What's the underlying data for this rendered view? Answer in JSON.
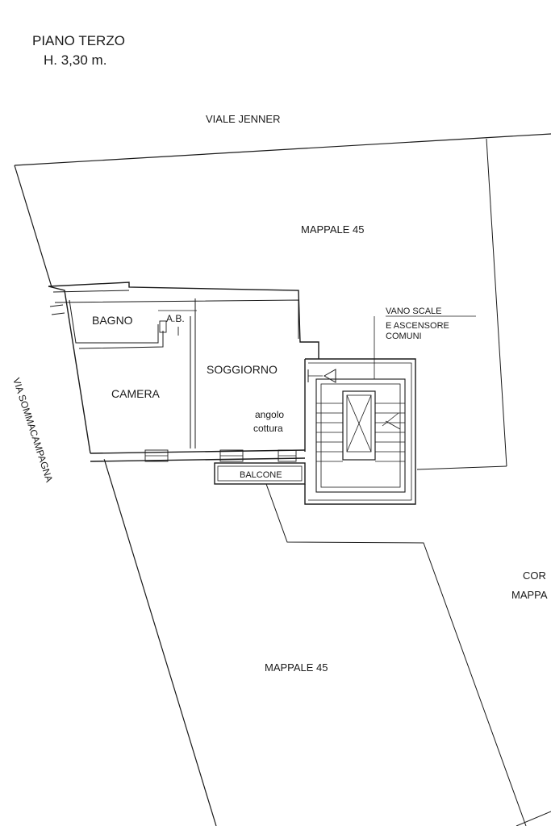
{
  "header": {
    "floor": "PIANO TERZO",
    "height": "H. 3,30 m."
  },
  "streets": {
    "north": "VIALE JENNER",
    "west": "VIA SOMMACAMPAGNA"
  },
  "parcels": {
    "upper": "MAPPALE 45",
    "lower": "MAPPALE 45",
    "right_line1": "COR",
    "right_line2": "MAPPA"
  },
  "rooms": {
    "bagno": "BAGNO",
    "ab": "A.B.",
    "camera": "CAMERA",
    "soggiorno": "SOGGIORNO",
    "angolo_line1": "angolo",
    "angolo_line2": "cottura",
    "balcone": "BALCONE"
  },
  "stair": {
    "line1": "VANO SCALE",
    "line2": "E ASCENSORE",
    "line3": "COMUNI"
  }
}
